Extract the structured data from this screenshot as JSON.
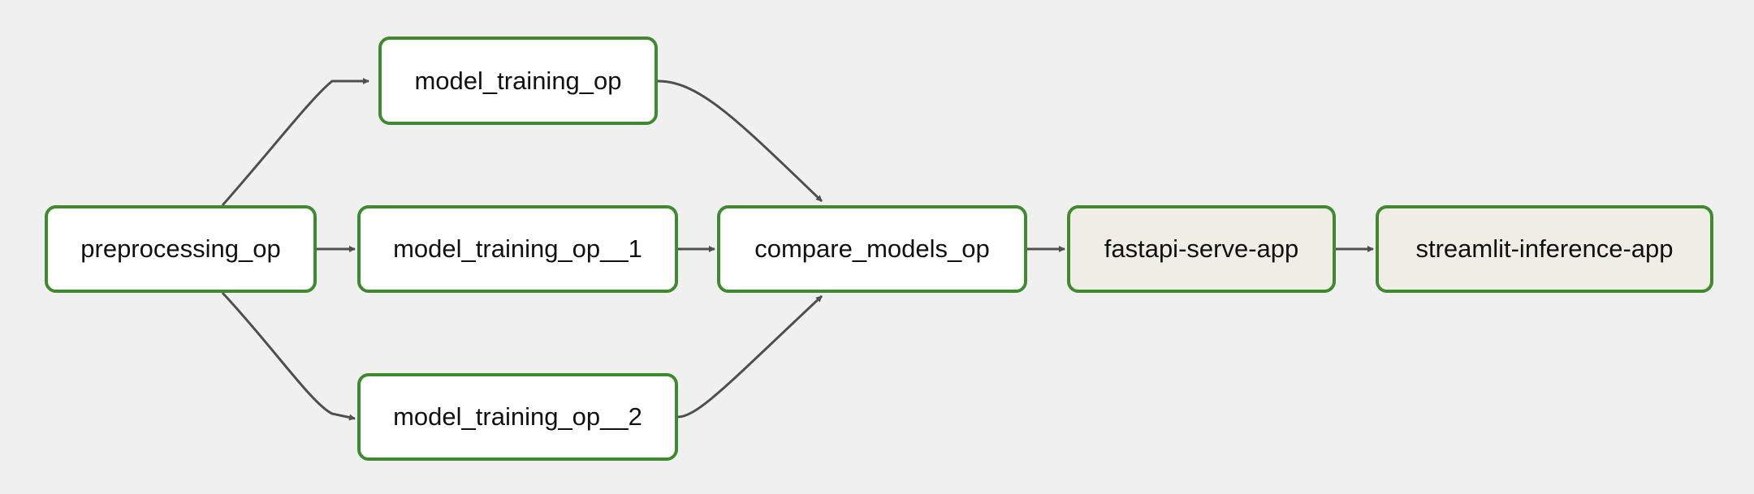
{
  "colors": {
    "background": "#f0f0f0",
    "node_border": "#3f8a2e",
    "op_fill": "#ffffff",
    "app_fill": "#f0ede6",
    "edge": "#4f4f4f"
  },
  "nodes": {
    "model_training_op": "model_training_op",
    "preprocessing_op": "preprocessing_op",
    "model_training_op_1": "model_training_op__1",
    "compare_models_op": "compare_models_op",
    "fastapi_serve_app": "fastapi-serve-app",
    "streamlit_inference_app": "streamlit-inference-app",
    "model_training_op_2": "model_training_op__2"
  },
  "edges": [
    [
      "preprocessing_op",
      "model_training_op"
    ],
    [
      "preprocessing_op",
      "model_training_op_1"
    ],
    [
      "preprocessing_op",
      "model_training_op_2"
    ],
    [
      "model_training_op",
      "compare_models_op"
    ],
    [
      "model_training_op_1",
      "compare_models_op"
    ],
    [
      "model_training_op_2",
      "compare_models_op"
    ],
    [
      "compare_models_op",
      "fastapi_serve_app"
    ],
    [
      "fastapi_serve_app",
      "streamlit_inference_app"
    ]
  ]
}
